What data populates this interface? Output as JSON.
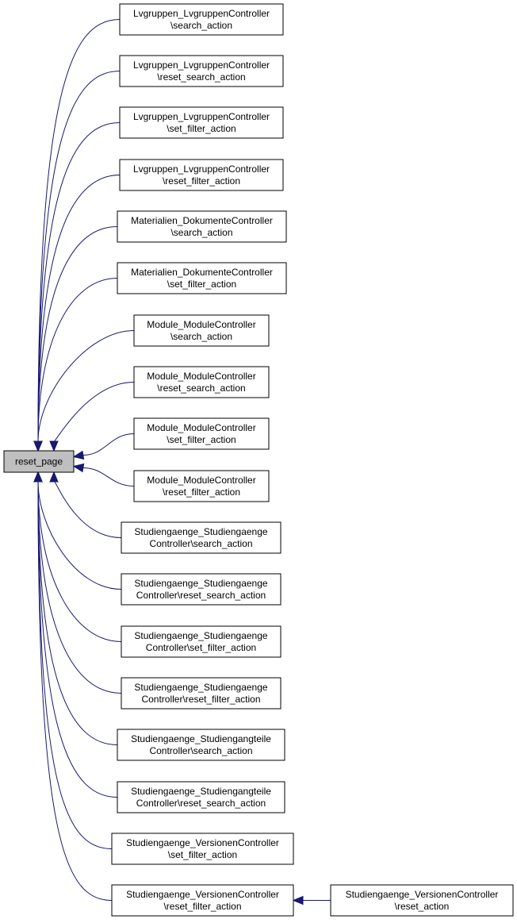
{
  "graph": {
    "root": {
      "id": "root",
      "lines": [
        "reset_page"
      ]
    },
    "nodes": [
      {
        "id": "n1",
        "lines": [
          "Lvgruppen_LvgruppenController",
          "\\search_action"
        ]
      },
      {
        "id": "n2",
        "lines": [
          "Lvgruppen_LvgruppenController",
          "\\reset_search_action"
        ]
      },
      {
        "id": "n3",
        "lines": [
          "Lvgruppen_LvgruppenController",
          "\\set_filter_action"
        ]
      },
      {
        "id": "n4",
        "lines": [
          "Lvgruppen_LvgruppenController",
          "\\reset_filter_action"
        ]
      },
      {
        "id": "n5",
        "lines": [
          "Materialien_DokumenteController",
          "\\search_action"
        ]
      },
      {
        "id": "n6",
        "lines": [
          "Materialien_DokumenteController",
          "\\set_filter_action"
        ]
      },
      {
        "id": "n7",
        "lines": [
          "Module_ModuleController",
          "\\search_action"
        ]
      },
      {
        "id": "n8",
        "lines": [
          "Module_ModuleController",
          "\\reset_search_action"
        ]
      },
      {
        "id": "n9",
        "lines": [
          "Module_ModuleController",
          "\\set_filter_action"
        ]
      },
      {
        "id": "n10",
        "lines": [
          "Module_ModuleController",
          "\\reset_filter_action"
        ]
      },
      {
        "id": "n11",
        "lines": [
          "Studiengaenge_Studiengaenge",
          "Controller\\search_action"
        ]
      },
      {
        "id": "n12",
        "lines": [
          "Studiengaenge_Studiengaenge",
          "Controller\\reset_search_action"
        ]
      },
      {
        "id": "n13",
        "lines": [
          "Studiengaenge_Studiengaenge",
          "Controller\\set_filter_action"
        ]
      },
      {
        "id": "n14",
        "lines": [
          "Studiengaenge_Studiengaenge",
          "Controller\\reset_filter_action"
        ]
      },
      {
        "id": "n15",
        "lines": [
          "Studiengaenge_Studiengangteile",
          "Controller\\search_action"
        ]
      },
      {
        "id": "n16",
        "lines": [
          "Studiengaenge_Studiengangteile",
          "Controller\\reset_search_action"
        ]
      },
      {
        "id": "n17",
        "lines": [
          "Studiengaenge_VersionenController",
          "\\set_filter_action"
        ]
      },
      {
        "id": "n18",
        "lines": [
          "Studiengaenge_VersionenController",
          "\\reset_filter_action"
        ]
      },
      {
        "id": "n19",
        "lines": [
          "Studiengaenge_VersionenController",
          "\\reset_action"
        ]
      }
    ],
    "edges": [
      {
        "from": "n1",
        "to": "root"
      },
      {
        "from": "n2",
        "to": "root"
      },
      {
        "from": "n3",
        "to": "root"
      },
      {
        "from": "n4",
        "to": "root"
      },
      {
        "from": "n5",
        "to": "root"
      },
      {
        "from": "n6",
        "to": "root"
      },
      {
        "from": "n7",
        "to": "root"
      },
      {
        "from": "n8",
        "to": "root"
      },
      {
        "from": "n9",
        "to": "root"
      },
      {
        "from": "n10",
        "to": "root"
      },
      {
        "from": "n11",
        "to": "root"
      },
      {
        "from": "n12",
        "to": "root"
      },
      {
        "from": "n13",
        "to": "root"
      },
      {
        "from": "n14",
        "to": "root"
      },
      {
        "from": "n15",
        "to": "root"
      },
      {
        "from": "n16",
        "to": "root"
      },
      {
        "from": "n17",
        "to": "root"
      },
      {
        "from": "n18",
        "to": "root"
      },
      {
        "from": "n19",
        "to": "n18"
      }
    ],
    "colors": {
      "edge": "#191970",
      "root_fill": "#bfbfbf",
      "node_fill": "#ffffff",
      "border": "#000000"
    }
  }
}
